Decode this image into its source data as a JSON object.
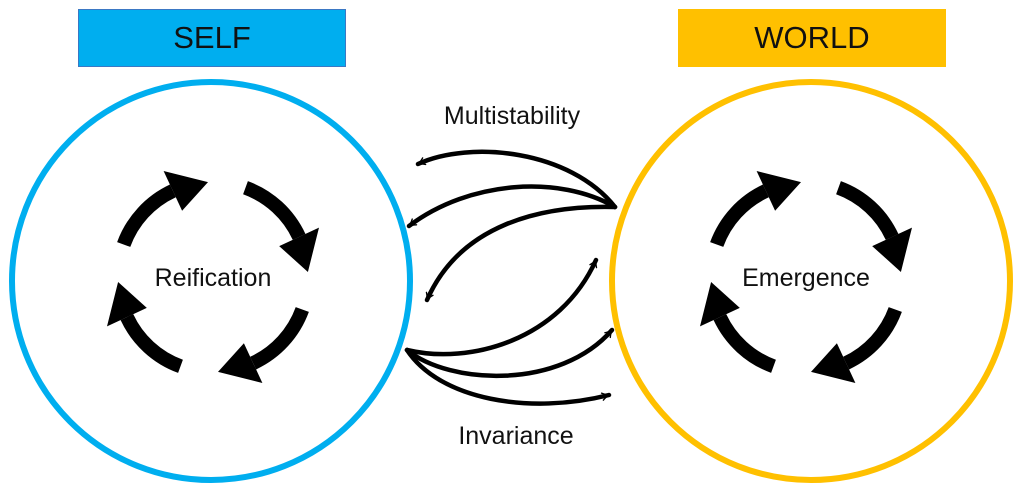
{
  "self": {
    "title": "SELF",
    "color": "#00AEEF",
    "cycle_label": "Reification"
  },
  "world": {
    "title": "WORLD",
    "color": "#FFC000",
    "cycle_label": "Emergence"
  },
  "relations": {
    "world_to_self": {
      "label": "Multistability",
      "arrow_count": 3
    },
    "self_to_world": {
      "label": "Invariance",
      "arrow_count": 3
    }
  },
  "arrow_color": "#000000"
}
